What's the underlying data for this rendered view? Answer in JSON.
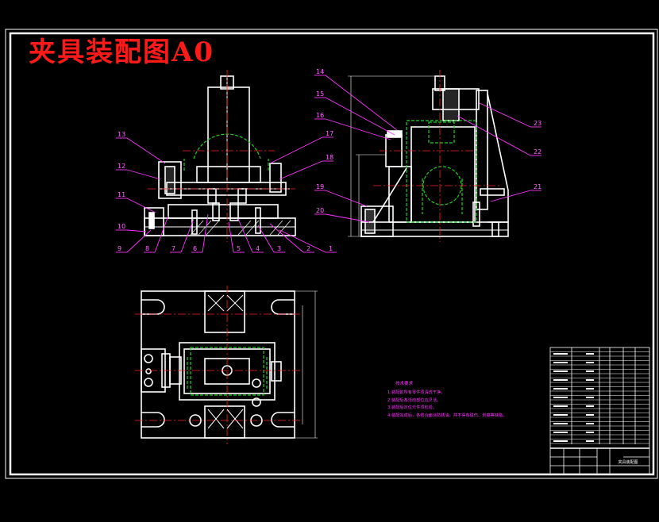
{
  "title": "夹具装配图A0",
  "colors": {
    "background": "#000000",
    "frame": "#ffffff",
    "title": "#ff1a1a",
    "leader": "#ff33ff",
    "centerline": "#ff2020",
    "hidden": "#22cc22"
  },
  "front_view": {
    "balloons": [
      "1",
      "2",
      "3",
      "4",
      "5",
      "6",
      "7",
      "8",
      "9",
      "10",
      "11",
      "12",
      "13",
      "17",
      "18"
    ]
  },
  "side_view": {
    "balloons": [
      "14",
      "15",
      "16",
      "19",
      "20",
      "21",
      "22",
      "23"
    ]
  },
  "notes": {
    "heading": "技术要求",
    "lines": [
      "1.装配前所有零件须清洗干净。",
      "2.装配后各活动部位应灵活。",
      "3.装配后定位元件须检验。",
      "4.装配完成后，各结合面涂防锈油，并不得有碰伤、划痕等缺陷。"
    ]
  },
  "title_block": {
    "drawing_name": "夹具装配图"
  }
}
